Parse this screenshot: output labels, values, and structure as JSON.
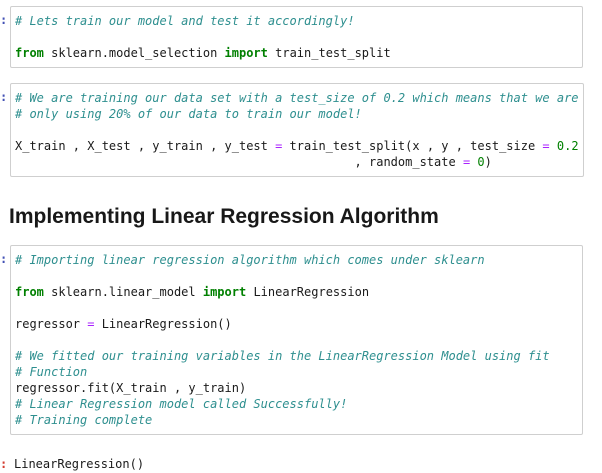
{
  "notebook": {
    "heading": "Implementing Linear Regression Algorithm",
    "colors": {
      "comment": "#2e8f8f",
      "keyword": "#008000",
      "number": "#008000",
      "operator": "#aa22ff",
      "plain_code": "#1a1a1a",
      "input_prompt": "#4250b4",
      "output_prompt": "#d33c30",
      "cell_border": "#cfcfcf",
      "cell_background": "#ffffff"
    },
    "prompts": {
      "input_colon": ":",
      "output_colon": ":"
    },
    "cells": [
      {
        "lines": [
          [
            [
              "c",
              "# Lets train our model and test it accordingly!"
            ]
          ],
          [],
          [
            [
              "k",
              "from"
            ],
            [
              "p",
              " sklearn.model_selection "
            ],
            [
              "k",
              "import"
            ],
            [
              "p",
              " train_test_split"
            ]
          ]
        ]
      },
      {
        "lines": [
          [
            [
              "c",
              "# We are training our data set with a test_size of 0.2 which means that we are"
            ]
          ],
          [
            [
              "c",
              "# only using 20% of our data to train our model!"
            ]
          ],
          [],
          [
            [
              "p",
              "X_train , X_test , y_train , y_test "
            ],
            [
              "o",
              "="
            ],
            [
              "p",
              " train_test_split(x , y , test_size "
            ],
            [
              "o",
              "="
            ],
            [
              "p",
              " "
            ],
            [
              "n",
              "0.2"
            ]
          ],
          [
            [
              "p",
              "                                               , random_state "
            ],
            [
              "o",
              "="
            ],
            [
              "p",
              " "
            ],
            [
              "n",
              "0"
            ],
            [
              "p",
              ")"
            ]
          ]
        ]
      },
      {
        "lines": [
          [
            [
              "c",
              "# Importing linear regression algorithm which comes under sklearn"
            ]
          ],
          [],
          [
            [
              "k",
              "from"
            ],
            [
              "p",
              " sklearn.linear_model "
            ],
            [
              "k",
              "import"
            ],
            [
              "p",
              " LinearRegression"
            ]
          ],
          [],
          [
            [
              "p",
              "regressor "
            ],
            [
              "o",
              "="
            ],
            [
              "p",
              " LinearRegression()"
            ]
          ],
          [],
          [
            [
              "c",
              "# We fitted our training variables in the LinearRegression Model using fit"
            ]
          ],
          [
            [
              "c",
              "# Function"
            ]
          ],
          [
            [
              "p",
              "regressor.fit(X_train , y_train)"
            ]
          ],
          [
            [
              "c",
              "# Linear Regression model called Successfully!"
            ]
          ],
          [
            [
              "c",
              "# Training complete"
            ]
          ]
        ]
      }
    ],
    "output": {
      "text": "LinearRegression()"
    }
  }
}
